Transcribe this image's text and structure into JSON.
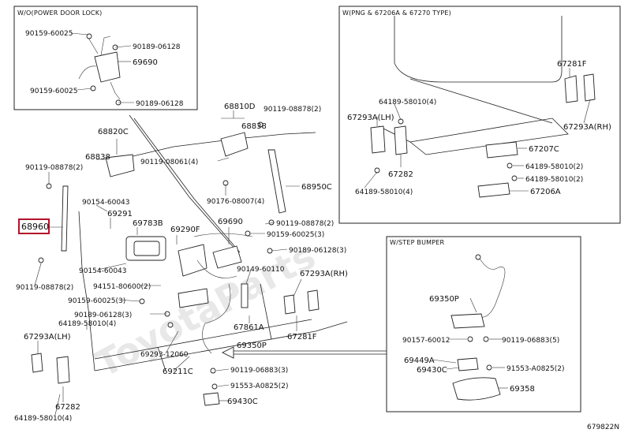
{
  "headers": {
    "power_door_lock": "W/O(POWER DOOR LOCK)",
    "wiring_type": "W(PNG & 67206A & 67270 TYPE)",
    "step_bumper": "W/STEP BUMPER"
  },
  "highlight_part": "68960",
  "diagram_code": "679822N",
  "labels": {
    "p_90159_60025_tl": "90159-60025",
    "p_90189_06128_a": "90189-06128",
    "p_69690_top": "69690",
    "p_90159_60025_b": "90159-60025",
    "p_90189_06128_b": "90189-06128",
    "p_688100": "68810D",
    "p_68838_r": "68838",
    "p_90119_08878_r": "90119-08878(2)",
    "p_68820c": "68820C",
    "p_68838_l": "68838",
    "p_90119_08061": "90119-08061(4)",
    "p_90119_08878_l": "90119-08878(2)",
    "p_90154_60043_a": "90154-60043",
    "p_69291": "69291",
    "p_69783b": "69783B",
    "p_69290f": "69290F",
    "p_90176_08007": "90176-08007(4)",
    "p_68950c": "68950C",
    "p_69690_mid": "69690",
    "p_90119_08878_m": "90119-08878(2)",
    "p_90159_60025_3": "90159-60025(3)",
    "p_90189_06128_3": "90189-06128(3)",
    "p_90154_60043_b": "90154-60043",
    "p_90149_60110": "90149-60110",
    "p_94151_80600": "94151-80600(2)",
    "p_67293a_rh_mid": "67293A(RH)",
    "p_90119_08878_bl": "90119-08878(2)",
    "p_90159_60025_3b": "90159-60025(3)",
    "p_90189_06128_3b": "90189-06128(3)",
    "p_64189_58010_4": "64189-58010(4)",
    "p_67293a_lh": "67293A(LH)",
    "p_69293_12060": "69293-12060",
    "p_67861a": "67861A",
    "p_67281f_mid": "67281F",
    "p_69350p_mid": "69350P",
    "p_69211c": "69211C",
    "p_90119_06883_3": "90119-06883(3)",
    "p_91553_a0825_2": "91553-A0825(2)",
    "p_69430c_mid": "69430C",
    "p_67282_l": "67282",
    "p_64189_58010_4b": "64189-58010(4)",
    "p_64189_58010_4c": "64189-58010(4)",
    "p_67293a_lh_r": "67293A(LH)",
    "p_67282_r": "67282",
    "p_64189_58010_4d": "64189-58010(4)",
    "p_67281f_r": "67281F",
    "p_67293a_rh_r": "67293A(RH)",
    "p_67207c": "67207C",
    "p_64189_58010_2a": "64189-58010(2)",
    "p_64189_58010_2b": "64189-58010(2)",
    "p_67206a": "67206A",
    "p_69350p_r": "69350P",
    "p_90157_60012": "90157-60012",
    "p_90119_06883_5": "90119-06883(5)",
    "p_69449a": "69449A",
    "p_69430c_r": "69430C",
    "p_91553_a0825_r": "91553-A0825(2)",
    "p_69358": "69358"
  }
}
